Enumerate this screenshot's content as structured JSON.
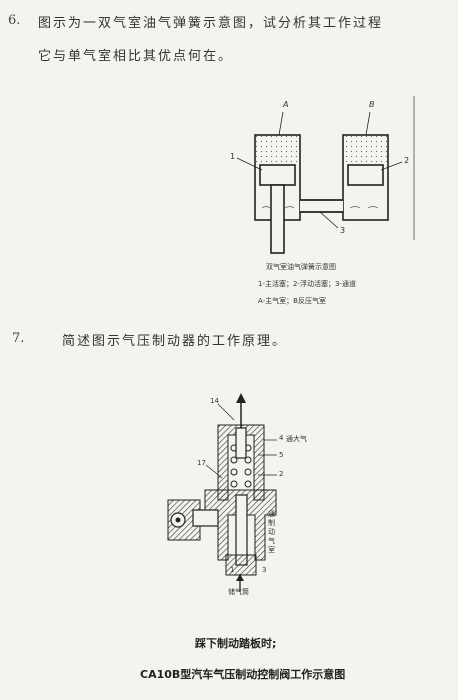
{
  "q6": {
    "number": "6.",
    "line1": "图示为一双气室油气弹簧示意图，试分析其工作过程",
    "line2": "它与单气室相比其优点何在。"
  },
  "fig1": {
    "label_a": "A",
    "label_b": "B",
    "label_1": "1",
    "label_2": "2",
    "label_3": "3",
    "caption_title": "双气室油气弹簧示意图",
    "caption_line1": "1-主活塞；2-浮动活塞；3-通道",
    "caption_line2": "A-主气室；B反压气室"
  },
  "q7": {
    "number": "7.",
    "text": "简述图示气压制动器的工作原理。"
  },
  "fig2": {
    "label_14": "14",
    "label_4": "4",
    "label_5": "5",
    "label_17": "17",
    "label_2": "2",
    "label_3": "3",
    "label_1": "1",
    "label_exhaust": "通大气",
    "label_brake_side": "通制动气室",
    "label_from_tank": "储气筒",
    "caption1": "踩下制动踏板时;",
    "caption2": "CA10B型汽车气压制动控制阀工作示意图"
  }
}
